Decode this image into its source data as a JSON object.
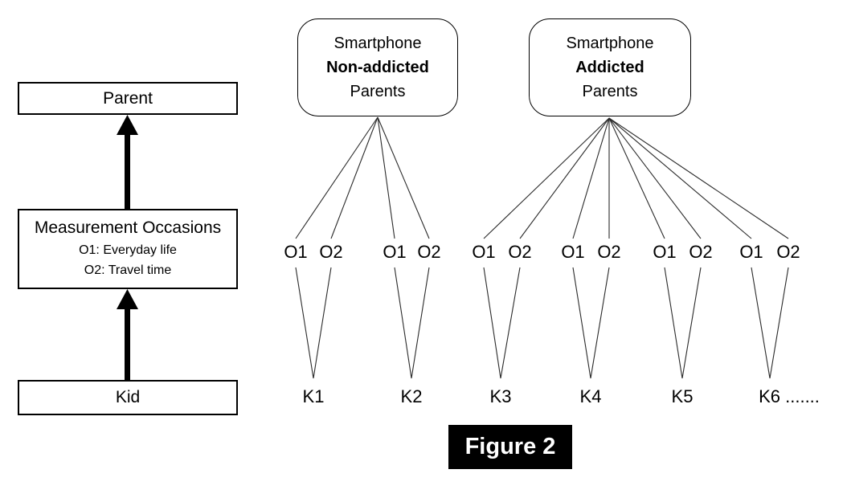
{
  "figure": {
    "label": "Figure 2"
  },
  "left_panel": {
    "parent": "Parent",
    "measurement": {
      "title": "Measurement Occasions",
      "item1": "O1: Everyday life",
      "item2": "O2: Travel time"
    },
    "kid": "Kid"
  },
  "groups": {
    "non_addicted": {
      "line1": "Smartphone",
      "line2": "Non-addicted",
      "line3": "Parents"
    },
    "addicted": {
      "line1": "Smartphone",
      "line2": "Addicted",
      "line3": "Parents"
    }
  },
  "occasions": {
    "o1": "O1",
    "o2": "O2"
  },
  "kids": {
    "k1": "K1",
    "k2": "K2",
    "k3": "K3",
    "k4": "K4",
    "k5": "K5",
    "k6": "K6 ......."
  },
  "colors": {
    "line": "#2b2b2b",
    "box_border": "#000000",
    "arrow": "#000000",
    "figure_bg": "#000000",
    "figure_text": "#ffffff",
    "background": "#ffffff"
  }
}
